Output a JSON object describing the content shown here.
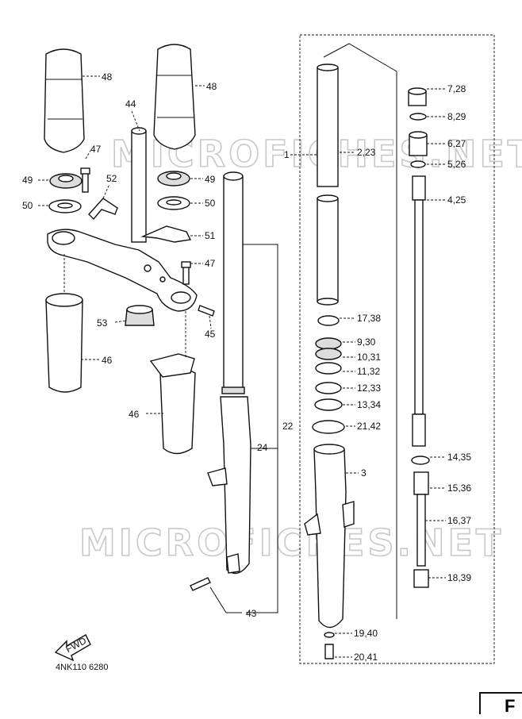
{
  "watermark": "MICROFICHES.NET",
  "ref_code": "4NK110 6280",
  "section_letter": "F",
  "fwd_label": "FWD",
  "labels": {
    "p48a": "48",
    "p48b": "48",
    "p44": "44",
    "p47a": "47",
    "p52": "52",
    "p49a": "49",
    "p49b": "49",
    "p50a": "50",
    "p50b": "50",
    "p51": "51",
    "p47b": "47",
    "p53": "53",
    "p45": "45",
    "p46a": "46",
    "p46b": "46",
    "p22": "22",
    "p24": "24",
    "p43": "43",
    "p1": "1",
    "p2": "2,23",
    "p7": "7,28",
    "p8": "8,29",
    "p6": "6,27",
    "p5": "5,26",
    "p4": "4,25",
    "p17": "17,38",
    "p9": "9,30",
    "p10": "10,31",
    "p11": "11,32",
    "p12": "12,33",
    "p13": "13,34",
    "p21": "21,42",
    "p3": "3",
    "p14": "14,35",
    "p15": "15,36",
    "p16": "16,37",
    "p18": "18,39",
    "p19": "19,40",
    "p20": "20,41"
  }
}
